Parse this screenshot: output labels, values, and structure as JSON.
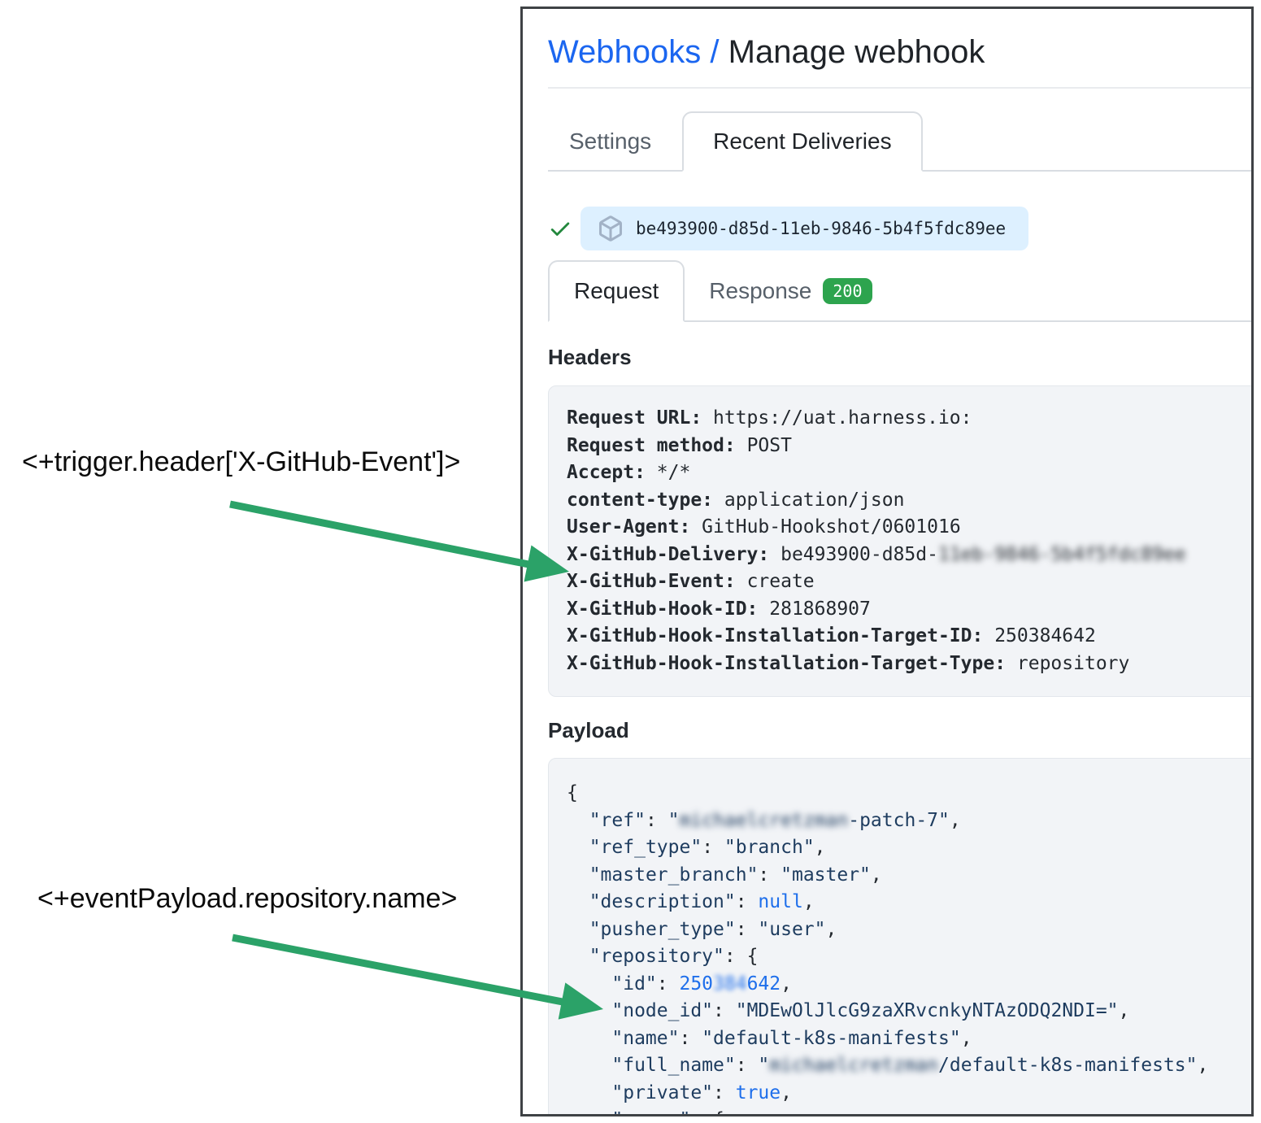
{
  "annotations": {
    "trigger_expression": "<+trigger.header['X-GitHub-Event']>",
    "payload_expression": "<+eventPayload.repository.name>"
  },
  "panel": {
    "breadcrumb": {
      "link": "Webhooks",
      "separator": "/",
      "current": "Manage webhook"
    },
    "tabs": [
      {
        "label": "Settings"
      },
      {
        "label": "Recent Deliveries"
      }
    ],
    "delivery": {
      "id": "be493900-d85d-11eb-9846-5b4f5fdc89ee"
    },
    "subtabs": {
      "request_label": "Request",
      "response_label": "Response",
      "response_status": "200"
    },
    "headers_section": {
      "title": "Headers",
      "lines": [
        [
          {
            "s": "b",
            "t": "Request URL:"
          },
          {
            "s": "v",
            "t": " https://uat.harness.io:"
          }
        ],
        [
          {
            "s": "b",
            "t": "Request method:"
          },
          {
            "s": "v",
            "t": " POST"
          }
        ],
        [
          {
            "s": "b",
            "t": "Accept:"
          },
          {
            "s": "v",
            "t": " */*"
          }
        ],
        [
          {
            "s": "b",
            "t": "content-type:"
          },
          {
            "s": "v",
            "t": " application/json"
          }
        ],
        [
          {
            "s": "b",
            "t": "User-Agent:"
          },
          {
            "s": "v",
            "t": " GitHub-Hookshot/0601016"
          }
        ],
        [
          {
            "s": "b",
            "t": "X-GitHub-Delivery:"
          },
          {
            "s": "v",
            "t": " be493900-d85d-"
          },
          {
            "s": "vb",
            "t": "11eb-9846-5b4f5fdc89ee"
          }
        ],
        [
          {
            "s": "b",
            "t": "X-GitHub-Event:"
          },
          {
            "s": "v",
            "t": " create"
          }
        ],
        [
          {
            "s": "b",
            "t": "X-GitHub-Hook-ID:"
          },
          {
            "s": "v",
            "t": " 281868907"
          }
        ],
        [
          {
            "s": "b",
            "t": "X-GitHub-Hook-Installation-Target-ID:"
          },
          {
            "s": "v",
            "t": " 250384642"
          }
        ],
        [
          {
            "s": "b",
            "t": "X-GitHub-Hook-Installation-Target-Type:"
          },
          {
            "s": "v",
            "t": " repository"
          }
        ]
      ]
    },
    "payload_section": {
      "title": "Payload",
      "lines": [
        [
          {
            "s": "p",
            "t": "{"
          }
        ],
        [
          {
            "s": "p",
            "t": "  "
          },
          {
            "s": "k",
            "t": "\"ref\""
          },
          {
            "s": "p",
            "t": ": "
          },
          {
            "s": "s",
            "t": "\""
          },
          {
            "s": "sb",
            "t": "michaelcretzman"
          },
          {
            "s": "s",
            "t": "-patch-7\""
          },
          {
            "s": "p",
            "t": ","
          }
        ],
        [
          {
            "s": "p",
            "t": "  "
          },
          {
            "s": "k",
            "t": "\"ref_type\""
          },
          {
            "s": "p",
            "t": ": "
          },
          {
            "s": "s",
            "t": "\"branch\""
          },
          {
            "s": "p",
            "t": ","
          }
        ],
        [
          {
            "s": "p",
            "t": "  "
          },
          {
            "s": "k",
            "t": "\"master_branch\""
          },
          {
            "s": "p",
            "t": ": "
          },
          {
            "s": "s",
            "t": "\"master\""
          },
          {
            "s": "p",
            "t": ","
          }
        ],
        [
          {
            "s": "p",
            "t": "  "
          },
          {
            "s": "k",
            "t": "\"description\""
          },
          {
            "s": "p",
            "t": ": "
          },
          {
            "s": "a",
            "t": "null"
          },
          {
            "s": "p",
            "t": ","
          }
        ],
        [
          {
            "s": "p",
            "t": "  "
          },
          {
            "s": "k",
            "t": "\"pusher_type\""
          },
          {
            "s": "p",
            "t": ": "
          },
          {
            "s": "s",
            "t": "\"user\""
          },
          {
            "s": "p",
            "t": ","
          }
        ],
        [
          {
            "s": "p",
            "t": "  "
          },
          {
            "s": "k",
            "t": "\"repository\""
          },
          {
            "s": "p",
            "t": ": {"
          }
        ],
        [
          {
            "s": "p",
            "t": "    "
          },
          {
            "s": "k",
            "t": "\"id\""
          },
          {
            "s": "p",
            "t": ": "
          },
          {
            "s": "a",
            "t": "250"
          },
          {
            "s": "ab",
            "t": "384"
          },
          {
            "s": "a",
            "t": "642"
          },
          {
            "s": "p",
            "t": ","
          }
        ],
        [
          {
            "s": "p",
            "t": "    "
          },
          {
            "s": "k",
            "t": "\"node_id\""
          },
          {
            "s": "p",
            "t": ": "
          },
          {
            "s": "s",
            "t": "\"MDEwOlJlcG9zaXRvcnkyNTAzODQ2NDI=\""
          },
          {
            "s": "p",
            "t": ","
          }
        ],
        [
          {
            "s": "p",
            "t": "    "
          },
          {
            "s": "k",
            "t": "\"name\""
          },
          {
            "s": "p",
            "t": ": "
          },
          {
            "s": "s",
            "t": "\"default-k8s-manifests\""
          },
          {
            "s": "p",
            "t": ","
          }
        ],
        [
          {
            "s": "p",
            "t": "    "
          },
          {
            "s": "k",
            "t": "\"full_name\""
          },
          {
            "s": "p",
            "t": ": "
          },
          {
            "s": "s",
            "t": "\""
          },
          {
            "s": "sb",
            "t": "michaelcretzman"
          },
          {
            "s": "s",
            "t": "/default-k8s-manifests\""
          },
          {
            "s": "p",
            "t": ","
          }
        ],
        [
          {
            "s": "p",
            "t": "    "
          },
          {
            "s": "k",
            "t": "\"private\""
          },
          {
            "s": "p",
            "t": ": "
          },
          {
            "s": "a",
            "t": "true"
          },
          {
            "s": "p",
            "t": ","
          }
        ],
        [
          {
            "s": "p",
            "t": "    "
          },
          {
            "s": "k",
            "t": "\"owner\""
          },
          {
            "s": "p",
            "t": ": {"
          }
        ]
      ]
    }
  },
  "colors": {
    "link_blue": "#1b66f0",
    "json_string_navy": "#1e3c5f",
    "json_atom_blue": "#1f6feb",
    "badge_green": "#2da44e",
    "check_green": "#23883d",
    "arrow_green": "#2ba268",
    "pill_blue_bg": "#ddf0ff",
    "code_box_bg": "#f2f4f7",
    "panel_border": "#3f4245"
  }
}
